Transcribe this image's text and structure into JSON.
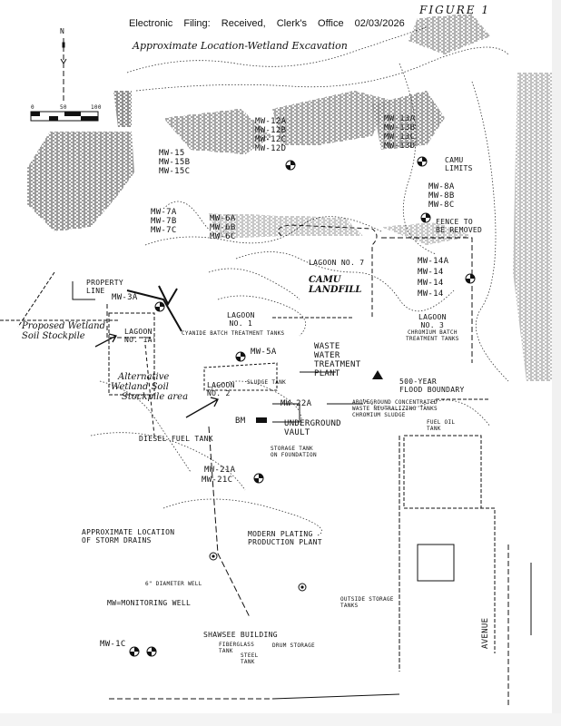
{
  "header": {
    "filing_stamp": "Electronic Filing: Received, Clerk's Office 02/03/2026",
    "figure_label": "FIGURE 1",
    "annotation_top": "Approximate Location-Wetland Excavation"
  },
  "compass": {
    "north_label": "N"
  },
  "scale_bar": {
    "ticks": [
      "0",
      "50",
      "100"
    ]
  },
  "monitoring_wells": {
    "mw12": [
      "MW-12A",
      "MW-12B",
      "MW-12C",
      "MW-12D"
    ],
    "mw13": [
      "MW-13A",
      "MW-13B",
      "MW-13C",
      "MW-13D"
    ],
    "mw15": [
      "MW-15",
      "MW-15B",
      "MW-15C"
    ],
    "mw7": [
      "MW-7A",
      "MW-7B",
      "MW-7C"
    ],
    "mw6": [
      "MW-6A",
      "MW-6B",
      "MW-6C"
    ],
    "mw8": [
      "MW-8A",
      "MW-8B",
      "MW-8C"
    ],
    "mw14": [
      "MW-14A",
      "MW-14",
      "MW-14",
      "MW-14"
    ],
    "mw5a": "MW-5A",
    "mw3a": "MW-3A",
    "mw22a": "MW-22A",
    "mw21": [
      "MW-21A",
      "MW-21C"
    ],
    "mw1c": "MW-1C",
    "bm": "BM"
  },
  "features": {
    "camu_limits": [
      "CAMU",
      "LIMITS"
    ],
    "fence": [
      "FENCE TO",
      "BE REMOVED"
    ],
    "property_line": [
      "PROPERTY",
      "LINE"
    ],
    "lagoon_1a": [
      "LAGOON",
      "NO. 1A"
    ],
    "lagoon_1": [
      "LAGOON",
      "NO. 1"
    ],
    "lagoon_2": [
      "LAGOON",
      "NO. 2"
    ],
    "lagoon_3": [
      "LAGOON",
      "NO. 3"
    ],
    "lagoon_3_sub": [
      "CHROMIUM BATCH",
      "TREATMENT TANKS"
    ],
    "lagoon_7": "LAGOON NO. 7",
    "cyanide": "CYANIDE BATCH TREATMENT TANKS",
    "wwtp": [
      "WASTE",
      "WATER",
      "TREATMENT",
      "PLANT"
    ],
    "sludge_tank": "SLUDGE TANK",
    "flood": [
      "500-YEAR",
      "FLOOD BOUNDARY"
    ],
    "neutralizing": [
      "ABOVEGROUND CONCENTRATED",
      "WASTE NEUTRALIZING TANKS",
      "CHROMIUM SLUDGE"
    ],
    "fuel_oil": [
      "FUEL OIL",
      "TANK"
    ],
    "vault": [
      "UNDERGROUND",
      "VAULT"
    ],
    "storage_tank": [
      "STORAGE TANK",
      "ON FOUNDATION"
    ],
    "diesel": "DIESEL FUEL TANK",
    "storm": [
      "APPROXIMATE LOCATION",
      "OF STORM DRAINS"
    ],
    "plating": [
      "MODERN PLATING",
      "PRODUCTION PLANT"
    ],
    "outside_storage": [
      "OUTSIDE STORAGE",
      "TANKS"
    ],
    "shawsee": "SHAWSEE BUILDING",
    "fiberglass": [
      "FIBERGLASS",
      "TANK"
    ],
    "steel": [
      "STEEL",
      "TANK"
    ],
    "drum_storage": "DRUM STORAGE",
    "avenue": "AVENUE"
  },
  "legend": {
    "diameter_well": "6\" DIAMETER WELL",
    "monitoring_well": "MW=MONITORING WELL"
  },
  "handwritten": {
    "camu_landfill": [
      "CAMU",
      "LANDFILL"
    ],
    "proposed": [
      "Proposed Wetland",
      "Soil Stockpile"
    ],
    "alternative": [
      "Alternative",
      "Wetland Soil",
      "Stockpile area"
    ]
  },
  "colors": {
    "ink": "#111111",
    "paper": "#ffffff",
    "hatch": "#222222"
  }
}
